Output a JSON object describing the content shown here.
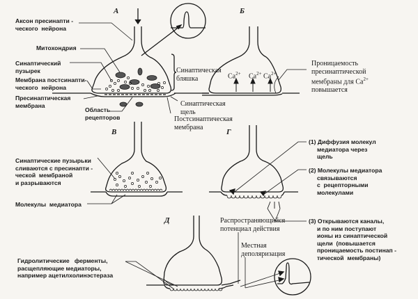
{
  "panels": {
    "A": "А",
    "B": "Б",
    "V": "В",
    "G": "Г",
    "D": "Д"
  },
  "panel_a": {
    "axon": "Аксон пресинапти -\nческого  нейрона",
    "mitochondria": "Митохондрия",
    "vesicle": "Синаптический\nпузырек",
    "postsyn_neuron_membrane": "Мембрана постсинапти-\nческого  нейрона",
    "presyn_membrane": "Пресинаптическая\nмембрана",
    "receptor_area": "Область\nрецепторов",
    "synaptic_plaque": "Синаптическая\nбляшка",
    "synaptic_cleft": "Синаптическая\nщель",
    "postsyn_membrane": "Постсинаптическая\nмембрана"
  },
  "panel_b": {
    "ca_ion": "Ca",
    "ca_charge": "2+",
    "permeability": "Проницаемость\nпресинаптической\nмембраны для Ca",
    "permeability_charge": "2+",
    "permeability_end": "повышается"
  },
  "panel_v": {
    "vesicles_fuse": "Синаптические пузырьки\nсливаются с пресинапти -\nческой  мембраной\nи разрываются",
    "mediator_molecules": "Молекулы  медиатора"
  },
  "panel_g": {
    "step1": "(1) Диффузия молекул\n     медиатора через\n     щель",
    "step2": "(2) Молекулы медиатора\n     связываются\n     с  рецепторными\n     молекулами",
    "step3": "(3) Открываются каналы,\n     и по ним поступают\n     ионы из синаптической\n     щели  (повышается\n     проницаемость постинап -\n     тической  мембраны)"
  },
  "panel_d": {
    "enzymes": "Гидролитические   ферменты,\nрасщепляющие медиаторы,\nнапример ацетилхолинэстераза",
    "propagating_ap": "Распространяющийся\nпотенциал действия",
    "local_depol": "Местная\nдеполяризация"
  }
}
